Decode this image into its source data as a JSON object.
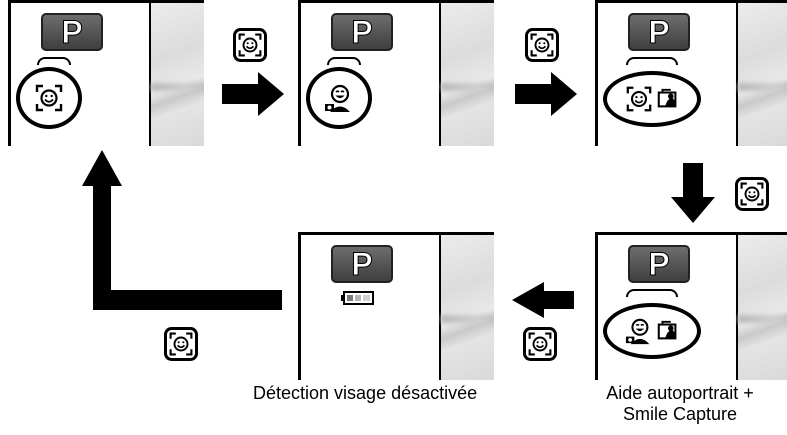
{
  "labels": {
    "face_detection_off": "Détection visage désactivée",
    "self_portrait_line1": "Aide autoportrait +",
    "self_portrait_line2": "Smile Capture"
  },
  "screens": [
    {
      "mode_symbol": "P",
      "mode_icons": [
        "face-detect-icon"
      ]
    },
    {
      "mode_symbol": "P",
      "mode_icons": [
        "smile-capture-icon"
      ]
    },
    {
      "mode_symbol": "P",
      "mode_icons": [
        "face-detect-icon",
        "self-portrait-icon"
      ]
    },
    {
      "mode_symbol": "P",
      "mode_icons": [
        "smile-capture-icon",
        "self-portrait-icon"
      ]
    },
    {
      "mode_symbol": "P",
      "mode_icons": [
        "battery-icon"
      ]
    }
  ],
  "button_icon": "face-detect-button-icon",
  "colors": {
    "ink": "#000000",
    "p_button": "#4f4f4f"
  }
}
